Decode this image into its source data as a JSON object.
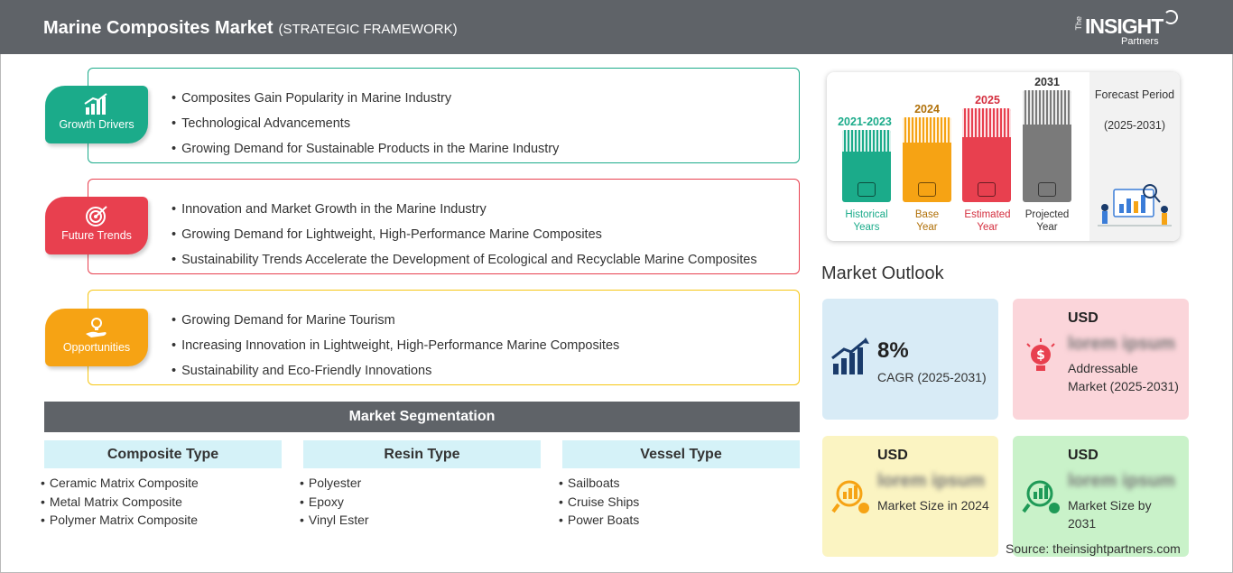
{
  "header": {
    "title": "Marine Composites Market",
    "subtitle": "(STRATEGIC FRAMEWORK)",
    "logo": {
      "the": "The",
      "insight": "INSIGHT",
      "partners": "Partners"
    }
  },
  "framework": [
    {
      "label": "Growth Drivers",
      "icon": "bar-chart-growth-icon",
      "color": "#1bab8a",
      "items": [
        "Composites Gain Popularity in Marine Industry",
        "Technological Advancements",
        "Growing Demand for Sustainable Products in the Marine Industry"
      ]
    },
    {
      "label": "Future Trends",
      "icon": "target-icon",
      "color": "#e8404f",
      "items": [
        "Innovation and Market Growth in the Marine Industry",
        "Growing Demand for Lightweight, High-Performance Marine Composites",
        "Sustainability Trends Accelerate the Development of Ecological and Recyclable Marine Composites"
      ]
    },
    {
      "label": "Opportunities",
      "icon": "lightbulb-hand-icon",
      "color": "#f6a314",
      "items": [
        "Growing Demand for Marine Tourism",
        "Increasing Innovation in Lightweight, High-Performance Marine Composites",
        "Sustainability and Eco-Friendly Innovations"
      ]
    }
  ],
  "segmentation": {
    "title": "Market Segmentation",
    "columns": [
      {
        "heading": "Composite Type",
        "items": [
          "Ceramic Matrix Composite",
          "Metal Matrix Composite",
          "Polymer Matrix Composite"
        ]
      },
      {
        "heading": "Resin Type",
        "items": [
          "Polyester",
          "Epoxy",
          "Vinyl Ester"
        ]
      },
      {
        "heading": "Vessel Type",
        "items": [
          "Sailboats",
          "Cruise Ships",
          "Power Boats"
        ]
      }
    ]
  },
  "timeline": {
    "bars": [
      {
        "year": "2021-2023",
        "caption1": "Historical",
        "caption2": "Years",
        "color": "#1bab8a",
        "yearColor": "#1bab8a"
      },
      {
        "year": "2024",
        "caption1": "Base",
        "caption2": "Year",
        "color": "#f6a314",
        "yearColor": "#b07008"
      },
      {
        "year": "2025",
        "caption1": "Estimated",
        "caption2": "Year",
        "color": "#e8404f",
        "yearColor": "#d42f3f"
      },
      {
        "year": "2031",
        "caption1": "Projected",
        "caption2": "Year",
        "color": "#7a7a7a",
        "yearColor": "#333333"
      }
    ],
    "forecast_title": "Forecast Period",
    "forecast_period": "(2025-2031)"
  },
  "outlook": {
    "title": "Market Outlook",
    "cagr": {
      "value": "8%",
      "label": "CAGR (2025-2031)",
      "bg": "#d8ebf6",
      "icon": "growth-chart-icon"
    },
    "addressable": {
      "currency": "USD",
      "value": "lorem ipsum",
      "label": "Addressable Market (2025-2031)",
      "bg": "#fbd5da",
      "icon": "dollar-bulb-icon"
    },
    "size2024": {
      "currency": "USD",
      "value": "lorem ipsum",
      "label": "Market Size in 2024",
      "bg": "#fbf4c2",
      "icon": "market-size-icon"
    },
    "size2031": {
      "currency": "USD",
      "value": "lorem ipsum",
      "label": "Market Size by 2031",
      "bg": "#c9f2c9",
      "icon": "market-forecast-icon"
    }
  },
  "source": "Source: theinsightpartners.com"
}
